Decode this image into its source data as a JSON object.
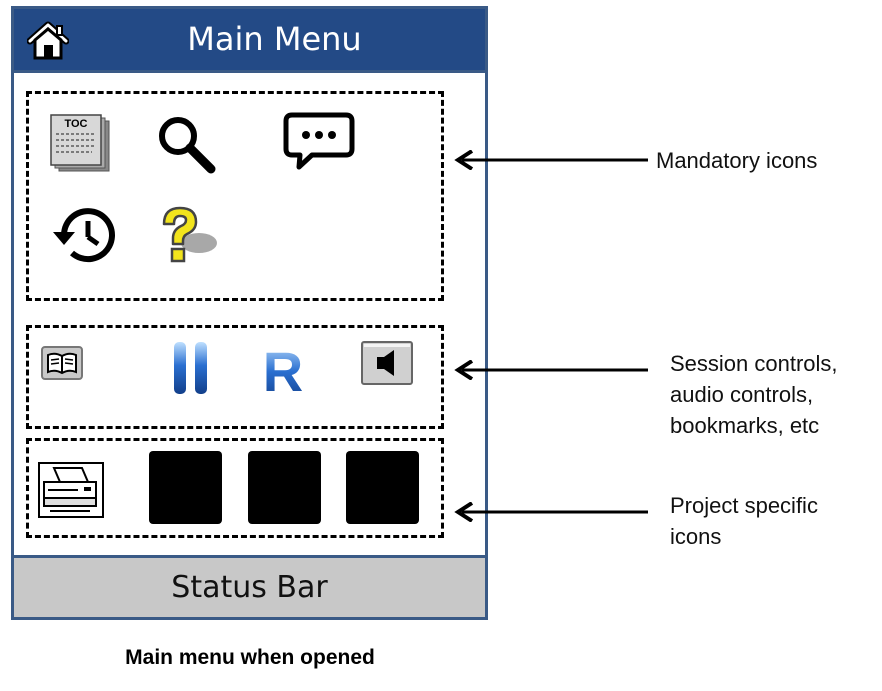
{
  "menu": {
    "title": "Main Menu",
    "status_bar": "Status Bar"
  },
  "mandatory_icons": [
    {
      "name": "toc-icon",
      "label": "TOC"
    },
    {
      "name": "search-icon"
    },
    {
      "name": "chat-icon"
    },
    {
      "name": "history-icon"
    },
    {
      "name": "help-icon"
    }
  ],
  "session_icons": [
    {
      "name": "book-icon"
    },
    {
      "name": "pause-icon"
    },
    {
      "name": "replay-icon",
      "label": "R"
    },
    {
      "name": "speaker-icon"
    }
  ],
  "project_icons": [
    {
      "name": "printer-icon"
    },
    {
      "name": "custom-slot"
    },
    {
      "name": "custom-slot"
    },
    {
      "name": "custom-slot"
    }
  ],
  "annotations": {
    "mandatory": [
      "Mandatory  icons"
    ],
    "session": [
      "Session controls,",
      "audio controls,",
      "bookmarks, etc"
    ],
    "project": [
      "Project specific",
      "icons"
    ]
  },
  "caption": "Main menu when opened",
  "colors": {
    "title_bar": "#234a86",
    "frame": "#3a5a86",
    "status_bar": "#c8c8c8",
    "help_yellow": "#f2e41c",
    "pause_blue": "#2a6fd0"
  }
}
